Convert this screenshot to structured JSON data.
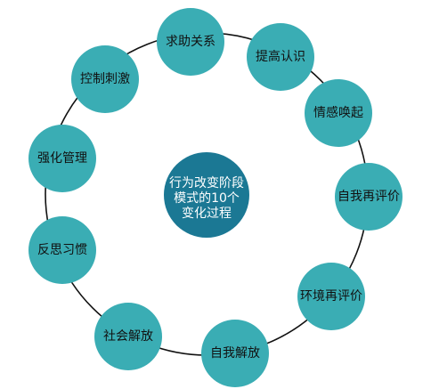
{
  "diagram": {
    "center": {
      "lines": [
        "行为改变阶段",
        "模式的10个",
        "变化过程"
      ]
    },
    "nodes": [
      {
        "label": "求助关系"
      },
      {
        "label": "提高认识"
      },
      {
        "label": "情感唤起"
      },
      {
        "label": "自我再评价"
      },
      {
        "label": "环境再评价"
      },
      {
        "label": "自我解放"
      },
      {
        "label": "社会解放"
      },
      {
        "label": "反思习惯"
      },
      {
        "label": "强化管理"
      },
      {
        "label": "控制刺激"
      }
    ],
    "colors": {
      "node_fill": "#3AADB4",
      "center_fill": "#1B7894",
      "ring_stroke": "#111111",
      "node_text": "#111111",
      "center_text": "#ffffff"
    }
  }
}
